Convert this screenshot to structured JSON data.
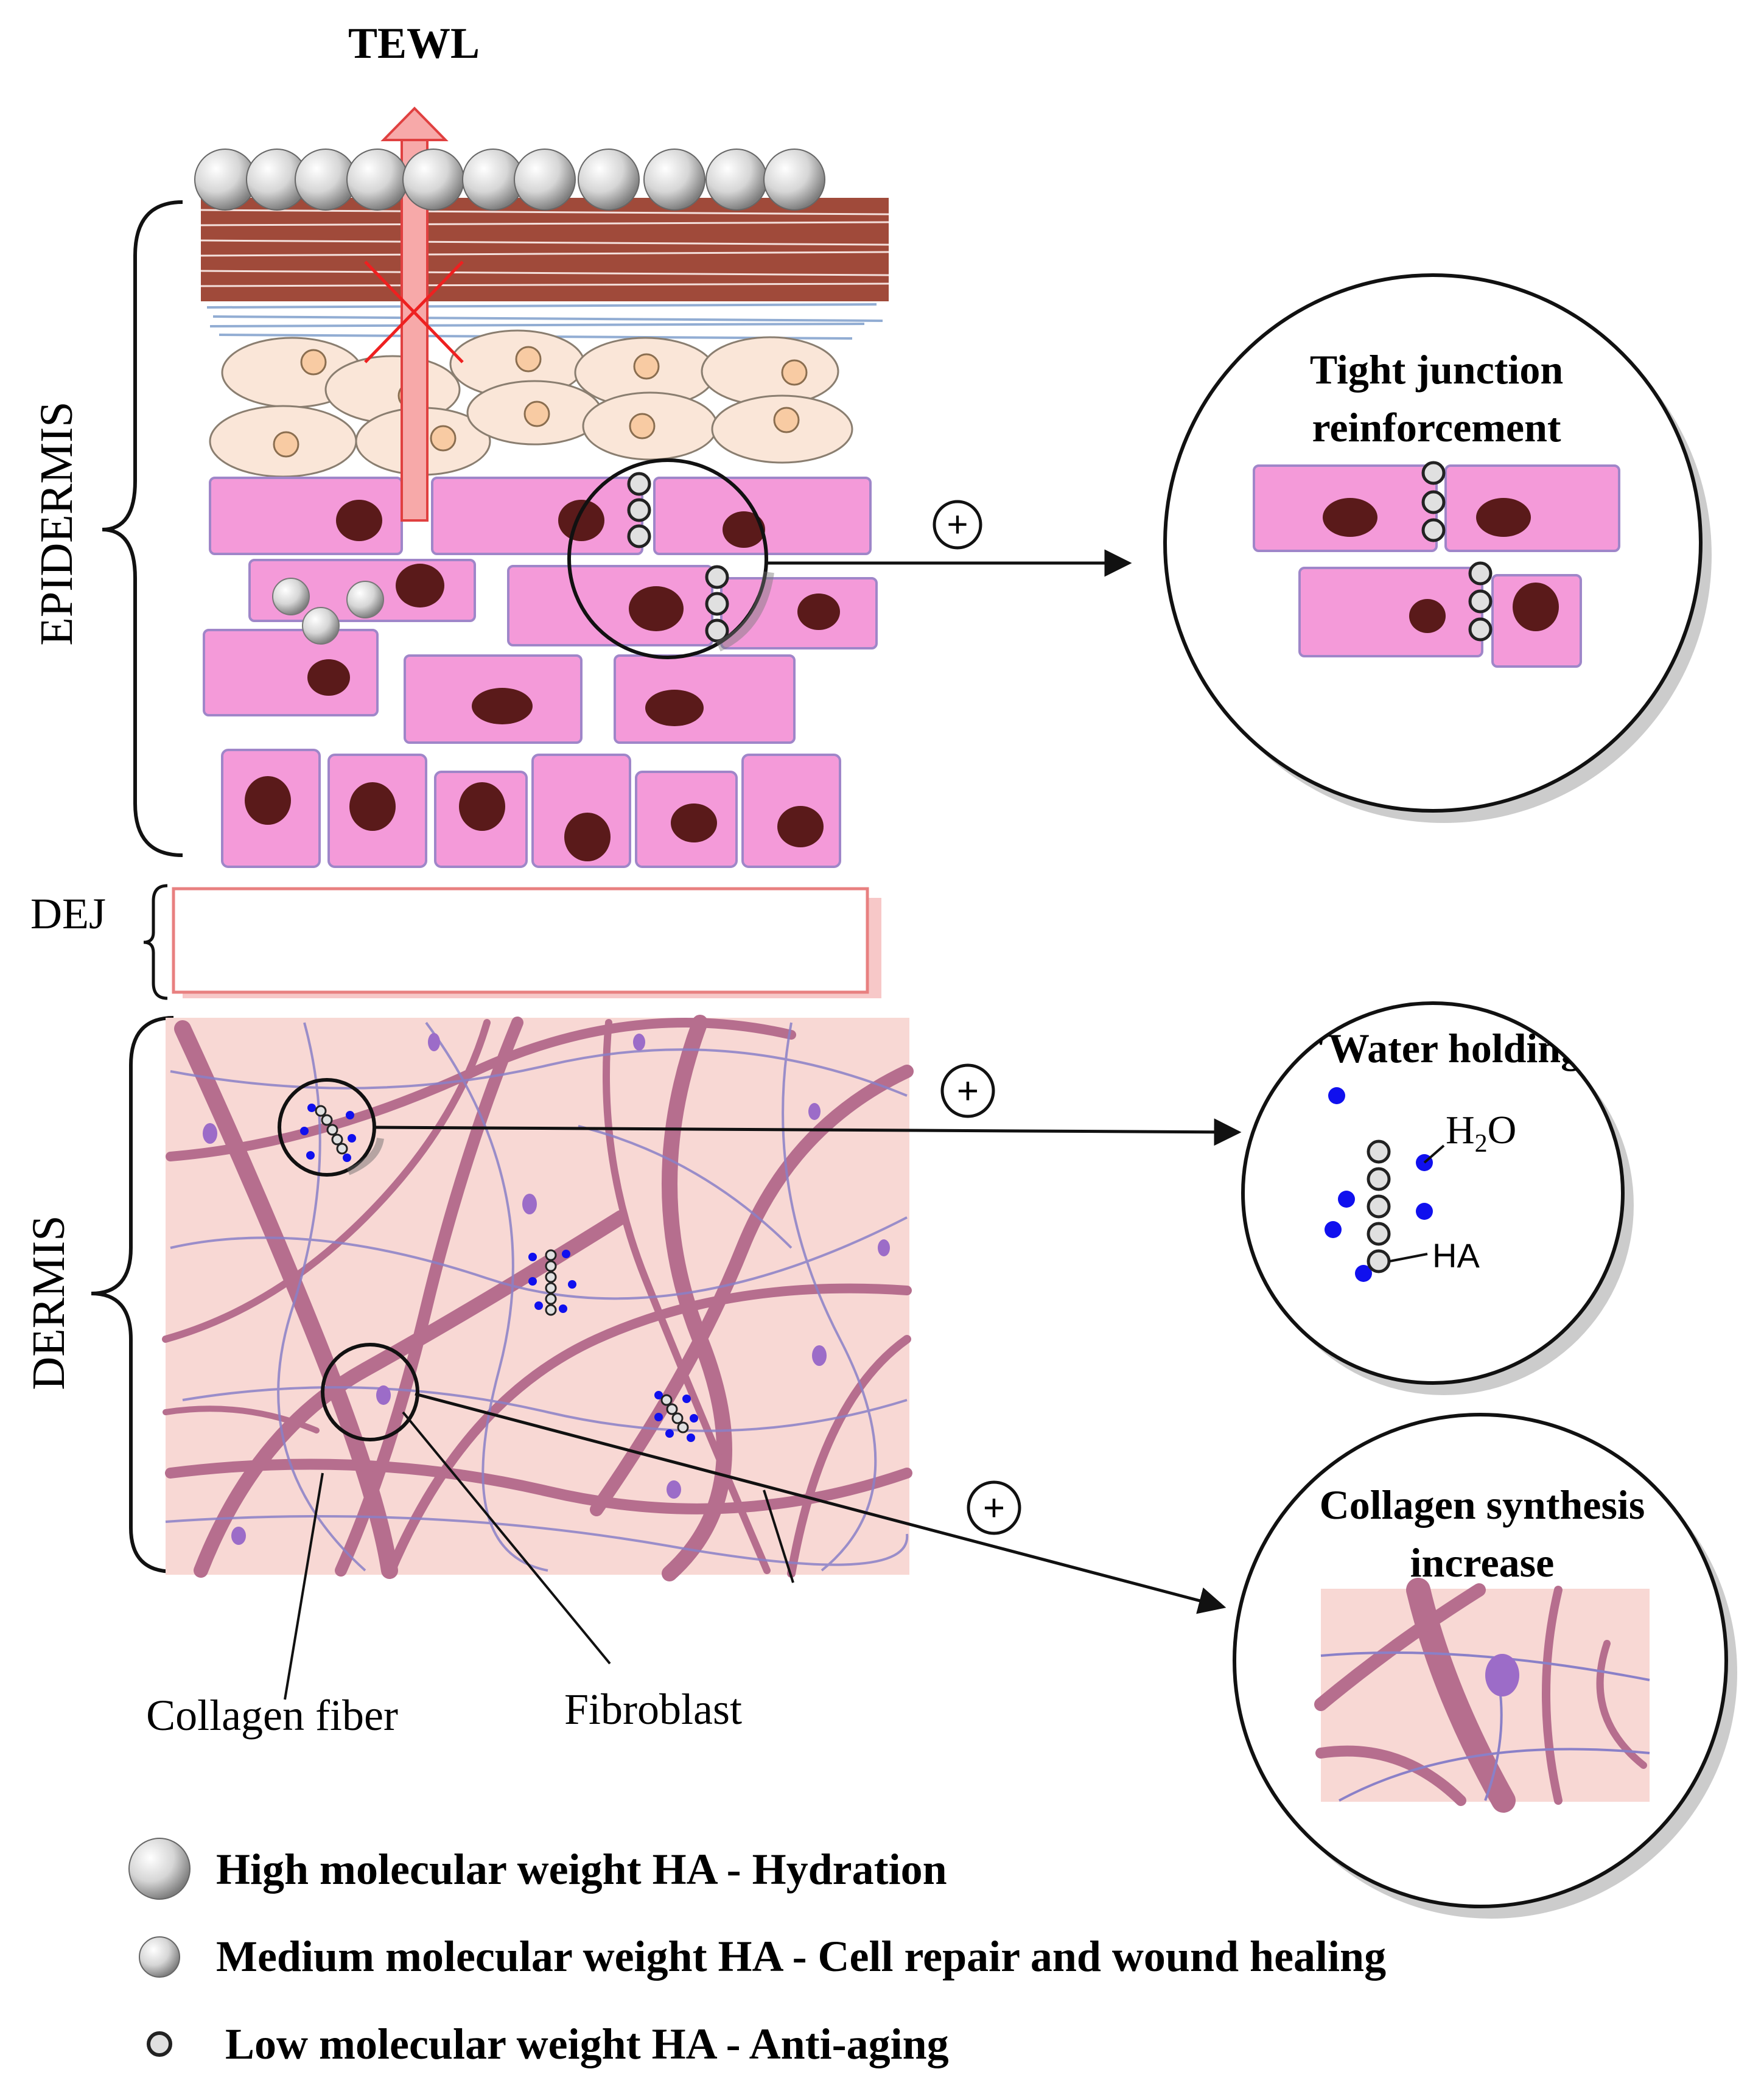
{
  "labels": {
    "tewl": "TEWL",
    "epidermis": "EPIDERMIS",
    "dej": "DEJ",
    "dermis": "DERMIS",
    "collagen_fiber": "Collagen fiber",
    "fibroblast": "Fibroblast",
    "plus": "+"
  },
  "insets": {
    "tight_junction": {
      "line1": "Tight junction",
      "line2": "reinforcement"
    },
    "water_holding": {
      "title": "\"Water holding\"",
      "h2o_main": "H",
      "h2o_sub": "2",
      "h2o_tail": "O",
      "ha": "HA"
    },
    "collagen": {
      "line1": "Collagen synthesis",
      "line2": "increase"
    }
  },
  "legend": {
    "high": "High molecular weight HA - Hydration",
    "medium": "Medium molecular weight HA - Cell repair and wound healing",
    "low": "Low molecular weight HA - Anti-aging"
  },
  "colors": {
    "cell_pink": "#f49ad9",
    "cell_border": "#9f86c9",
    "nucleus": "#5a1a1a",
    "stratum_corneum": "#7a2a20",
    "arrow_red": "#f5a0a0",
    "arrow_border": "#e04040",
    "dermis_bg": "#f8d8d4",
    "collagen": "#b66e8e",
    "water": "#1010ee"
  }
}
